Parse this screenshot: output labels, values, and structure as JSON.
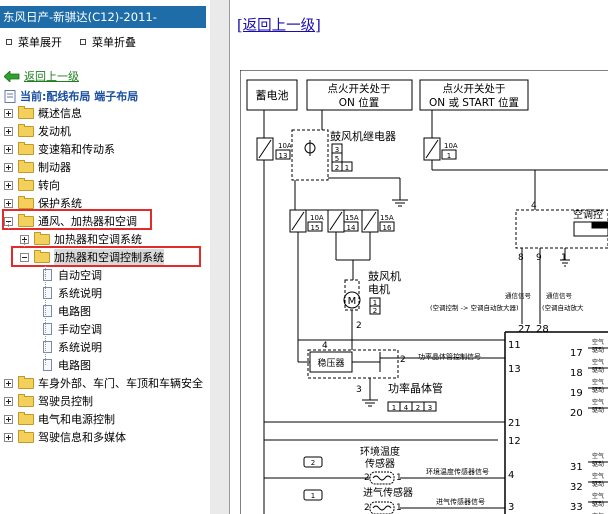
{
  "left_panel": {
    "title": "东风日产-新骐达(C12)-2011-",
    "expand_menu": "菜单展开",
    "collapse_menu": "菜单折叠",
    "back": "返回上一级",
    "current": "当前:配线布局 端子布局",
    "tree": [
      {
        "label": "概述信息"
      },
      {
        "label": "发动机"
      },
      {
        "label": "变速箱和传动系"
      },
      {
        "label": "制动器"
      },
      {
        "label": "转向"
      },
      {
        "label": "保护系统"
      },
      {
        "label": "通风、加热器和空调"
      },
      {
        "label": "加热器和空调系统"
      },
      {
        "label": "加热器和空调控制系统"
      },
      {
        "label": "自动空调"
      },
      {
        "label": "系统说明"
      },
      {
        "label": "电路图"
      },
      {
        "label": "手动空调"
      },
      {
        "label": "系统说明"
      },
      {
        "label": "电路图"
      },
      {
        "label": "车身外部、车门、车顶和车辆安全"
      },
      {
        "label": "驾驶员控制"
      },
      {
        "label": "电气和电源控制"
      },
      {
        "label": "驾驶信息和多媒体"
      }
    ]
  },
  "main": {
    "return_link": "[返回上一级]",
    "diagram": {
      "battery": "蓄电池",
      "ign_on_line1": "点火开关处于",
      "ign_on_line2": "ON 位置",
      "ign_start_line1": "点火开关处于",
      "ign_start_line2": "ON 或 START 位置",
      "blower_relay": "鼓风机继电器",
      "blower_motor_line1": "鼓风机",
      "blower_motor_line2": "电机",
      "stabilizer": "稳压器",
      "power_transistor": "功率晶体管",
      "pt_signal": "功率晶体管控制信号",
      "ac_control": "空调控",
      "comm_signal": "通信信号",
      "comm_to_amp": "(空调控制 -> 空调自动放大器)",
      "comm_signal2": "通信信号",
      "comm_from_amp": "(空调自动放大",
      "ambient_sensor_line1": "环境温度",
      "ambient_sensor_line2": "传感器",
      "ambient_signal": "环境温度传感器信号",
      "intake_sensor": "进气传感器",
      "intake_signal": "进气传感器信号",
      "m_label": "M",
      "fuse_10a_1": "10A",
      "fuse_13": "13",
      "fuse_10a_2": "10A",
      "fuse_1": "1",
      "fuse_10a_3": "10A",
      "fuse_15": "15",
      "fuse_15a_1": "15A",
      "fuse_14": "14",
      "fuse_15a_2": "15A",
      "fuse_16": "16",
      "relay_pins": [
        "3",
        "5",
        "2",
        "1"
      ],
      "connector_pins_motor": [
        "1",
        "2"
      ],
      "pt_pins": [
        "1",
        "4",
        "2",
        "3"
      ],
      "amp_pins": [
        "11",
        "13",
        "21",
        "12",
        "4",
        "3"
      ],
      "ctrl_pins": [
        "4",
        "8",
        "9",
        "1",
        "27",
        "28"
      ],
      "right_pins": [
        "17",
        "18",
        "19",
        "20",
        "31",
        "32",
        "33"
      ],
      "sensor_pins": [
        "2",
        "1"
      ],
      "wire_labels": [
        "4",
        "2",
        "1",
        "3",
        "2",
        "2",
        "1",
        "2",
        "1"
      ],
      "right_edge": [
        "空气",
        "驱动",
        "空气",
        "驱动",
        "空气",
        "驱动",
        "空气",
        "驱动",
        "空气",
        "驱动",
        "空气",
        "驱动",
        "空气",
        "驱动",
        "空气",
        "驱动"
      ]
    }
  }
}
